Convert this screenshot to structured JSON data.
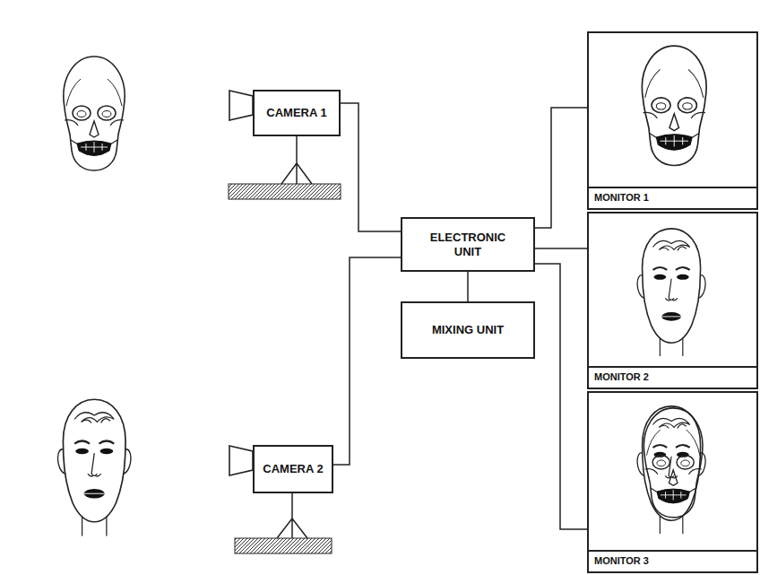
{
  "diagram": {
    "nodes": [
      {
        "text": [
          "CAMERA 1"
        ]
      },
      {
        "text": [
          "CAMERA 2"
        ]
      },
      {
        "text": [
          "ELECTRONIC UNIT"
        ]
      },
      {
        "text": [
          "MIXING UNIT"
        ]
      },
      {
        "text": [
          "MONITOR 1"
        ]
      },
      {
        "text": [
          "MONITOR 2"
        ]
      },
      {
        "text": [
          "MONITOR 3"
        ]
      }
    ],
    "edges": [
      {
        "from": 0,
        "to": 2,
        "arrow": "none"
      },
      {
        "from": 1,
        "to": 2,
        "arrow": "none"
      },
      {
        "from": 2,
        "to": 3,
        "arrow": "none"
      },
      {
        "from": 2,
        "to": 4,
        "arrow": "none"
      },
      {
        "from": 2,
        "to": 5,
        "arrow": "none"
      },
      {
        "from": 2,
        "to": 6,
        "arrow": "none"
      }
    ]
  }
}
